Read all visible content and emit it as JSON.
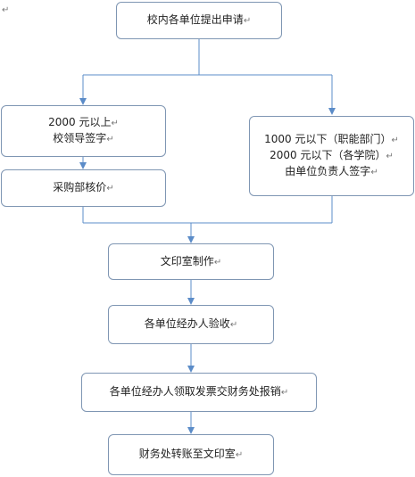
{
  "paragraph_mark": "↵",
  "nodes": {
    "submit_request": "校内各单位提出申请",
    "over_2000_line1": "2000 元以上",
    "over_2000_line2": "校领导签字",
    "under_line1": "1000 元以下（职能部门）",
    "under_line2": "2000 元以下（各学院）",
    "under_line3": "由单位负责人签字",
    "procurement_pricing": "采购部核价",
    "print_office_make": "文印室制作",
    "handler_accept": "各单位经办人验收",
    "handler_reimburse": "各单位经办人领取发票交财务处报销",
    "finance_transfer": "财务处转账至文印室"
  },
  "colors": {
    "border": "#7f96b3",
    "arrow": "#5b8cc8"
  }
}
